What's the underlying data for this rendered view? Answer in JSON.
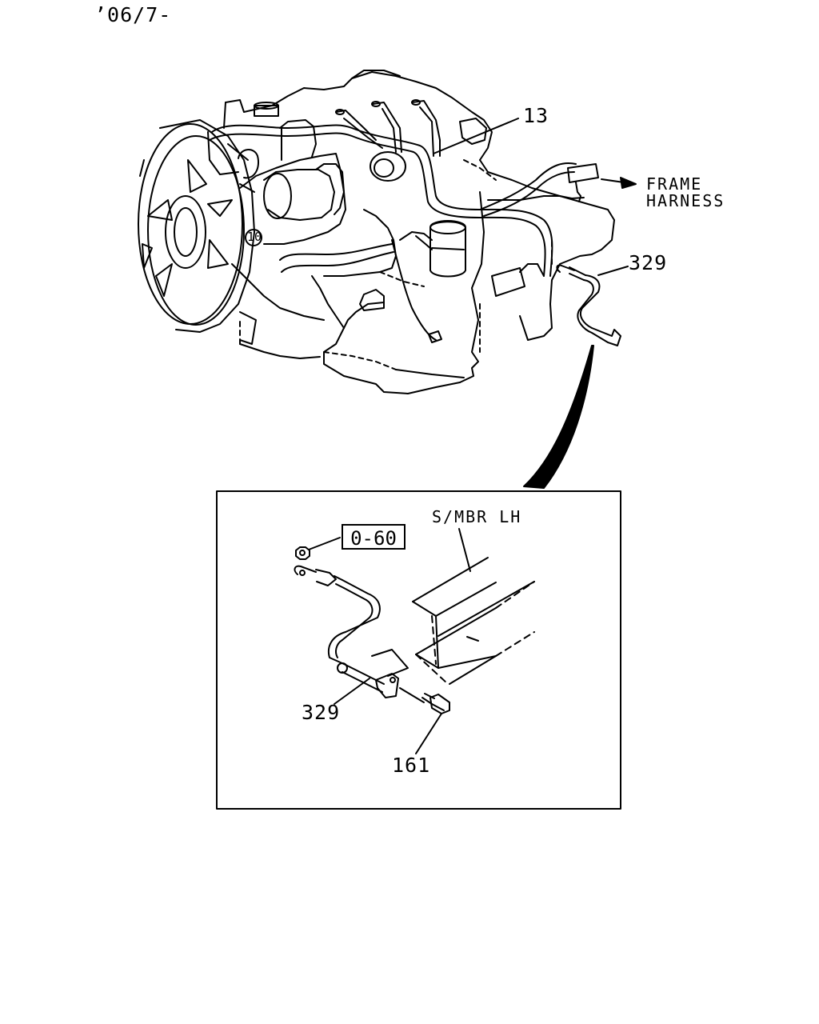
{
  "header": {
    "date_code": "’06/7-"
  },
  "callouts": {
    "harness": "13",
    "bracket_marker": "10",
    "ground_cable_top": "329",
    "ground_cable_detail": "329",
    "bolt": "161"
  },
  "annotations": {
    "frame_harness_line1": "FRAME",
    "frame_harness_line2": "HARNESS",
    "side_member": "S/MBR LH",
    "reference": "0-60"
  }
}
